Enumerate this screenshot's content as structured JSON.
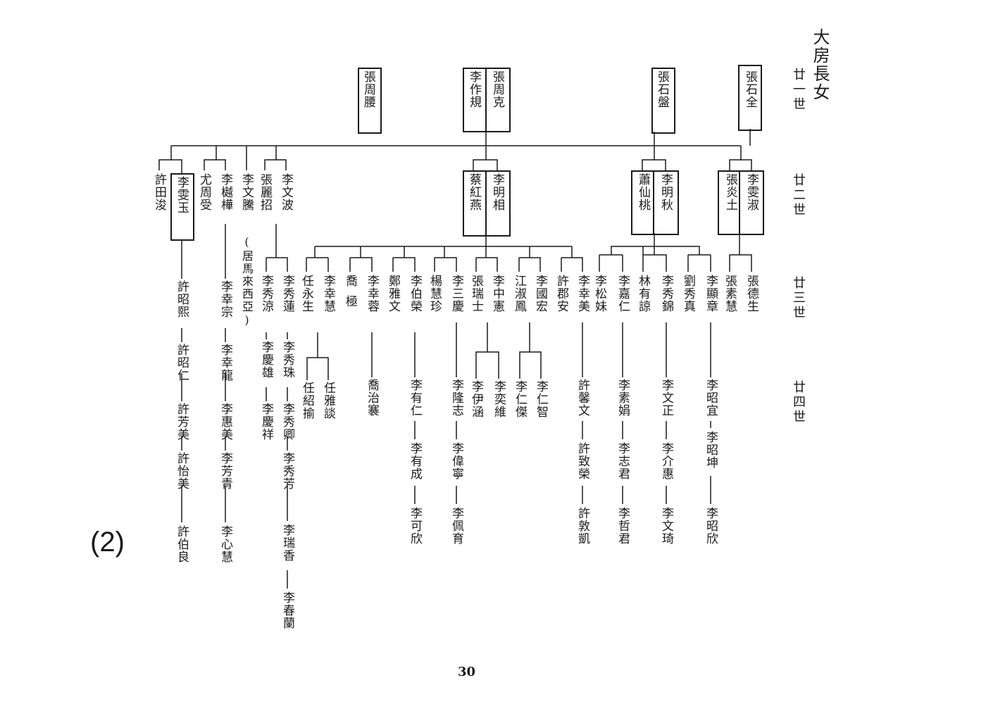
{
  "title": "大房長女",
  "generations": {
    "g21": "廿一世",
    "g22": "廿二世",
    "g23": "廿三世",
    "g24": "廿四世"
  },
  "gen21": {
    "zhang_shiquan": "張石全",
    "zhang_shipan": "張石盤",
    "zhang_zhouke": "張周克",
    "li_zuogui": "李作規",
    "zhang_zhouyao": "張周腰"
  },
  "gen22": {
    "li_wenshu": "李雯淑",
    "zhang_yantu": "張炎土",
    "li_mingqiu": "李明秋",
    "xiao_xiantao": "蕭仙桃",
    "li_mingxiang": "李明相",
    "cai_hongyan": "蔡紅燕",
    "li_wenbo": "李文波",
    "zhang_lizhao": "張麗招",
    "li_wenteng": "李文騰",
    "li_wenteng_note": "(居馬來西亞)",
    "li_chuhua": "李樾樺",
    "you_zhoushou": "尤周受",
    "li_wenyu": "李雯玉",
    "xu_tianjun": "許田浚"
  },
  "gen23": {
    "zhang_desheng": "張德生",
    "zhang_suhui": "張素慧",
    "li_xianzhang": "李顯章",
    "liu_xiuzhen": "劉秀真",
    "li_xiujin": "李秀錦",
    "lin_youliang": "林有諒",
    "li_jiaren": "李嘉仁",
    "li_songmei": "李松妹",
    "li_xingmei": "李幸美",
    "xu_junan": "許郡安",
    "li_guohong": "李國宏",
    "jiang_shufeng": "江淑鳳",
    "li_zhongxian": "李中憲",
    "zhang_ruishi": "張瑞士",
    "li_sanqing": "李三慶",
    "yang_huizhen": "楊慧珍",
    "li_borong": "李伯榮",
    "zheng_yawen": "鄭雅文",
    "li_xingrong": "李幸蓉",
    "qiao_ji": "喬極",
    "li_xinghui": "李幸慧",
    "ren_yongsheng": "任永生",
    "li_xiulian": "李秀蓮",
    "li_xiuliang": "李秀涼",
    "li_xingzong": "李幸宗",
    "xu_zhaoxi": "許昭熙"
  },
  "gen24": {
    "li_zhaoyi": "李昭宜",
    "li_zhaokun": "李昭坤",
    "li_zhaoxin": "李昭欣",
    "li_wenzheng": "李文正",
    "li_jiehui": "李介惠",
    "li_wenqi": "李文琦",
    "li_sujuan": "李素娟",
    "li_zhijun": "李志君",
    "li_zhejun": "李哲君",
    "xu_xinwen": "許馨文",
    "xu_zhirong": "許致榮",
    "xu_dunkai": "許敦凱",
    "li_renzhi": "李仁智",
    "li_renjie": "李仁傑",
    "li_yiwei": "李奕維",
    "li_yihan": "李伊涵",
    "li_longzhi": "李隆志",
    "li_weining": "李偉寧",
    "li_peiyu": "李佩育",
    "li_youren": "李有仁",
    "li_youcheng": "李有成",
    "li_kexin": "李可欣",
    "qiao_zhiqian": "喬治褰",
    "ren_yatan": "任雅談",
    "ren_shaoyu": "任紹揄",
    "li_xiuzhu": "李秀珠",
    "li_xiuqing": "李秀卿",
    "li_xiufang": "李秀芳",
    "li_ruixiang": "李瑞香",
    "li_chunlan": "李春蘭",
    "li_qingxiong": "李慶雄",
    "li_qingxiang": "李慶祥",
    "li_xinglong": "李幸龍",
    "li_huimei": "李惠美",
    "li_fangqing": "李芳青",
    "li_xinhui": "李心慧",
    "xu_zhaoren": "許昭仁",
    "xu_fangmei": "許芳美",
    "xu_yimei": "許怡美",
    "xu_boliang": "許伯良"
  },
  "page_number": "30",
  "page_label": "(2)"
}
